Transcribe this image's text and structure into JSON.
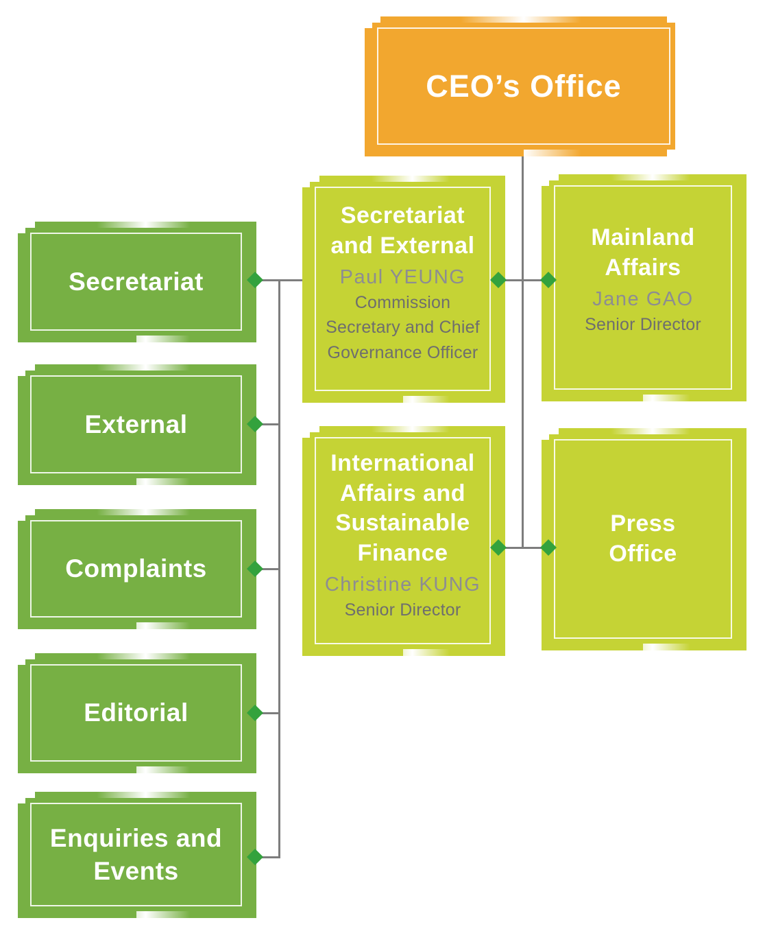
{
  "colors": {
    "orange": "#F2A72F",
    "green": "#77B044",
    "lime": "#C5D335",
    "diamond": "#33A23D",
    "line": "#7D7D7D",
    "title_white": "#FFFFFF",
    "name_gray": "#8D8D92",
    "role_gray": "#6E6E6E"
  },
  "nodes": {
    "ceo": {
      "title": "CEO’s Office"
    },
    "secretariat_and_external": {
      "title": "Secretariat\nand External",
      "name": "Paul YEUNG",
      "role": "Commission\nSecretary and Chief\nGovernance Officer"
    },
    "mainland_affairs": {
      "title": "Mainland\nAffairs",
      "name": "Jane GAO",
      "role": "Senior Director"
    },
    "international_affairs": {
      "title": "International\nAffairs and\nSustainable\nFinance",
      "name": "Christine KUNG",
      "role": "Senior Director"
    },
    "press_office": {
      "title": "Press\nOffice"
    },
    "secretariat": {
      "title": "Secretariat"
    },
    "external": {
      "title": "External"
    },
    "complaints": {
      "title": "Complaints"
    },
    "editorial": {
      "title": "Editorial"
    },
    "enquiries_events": {
      "title": "Enquiries and\nEvents"
    }
  }
}
